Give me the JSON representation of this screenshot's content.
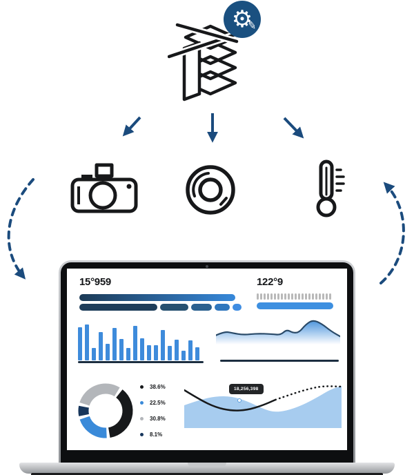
{
  "colors": {
    "brand_blue": "#1b4b7d",
    "badge_blue": "#1a5080",
    "chart_blue": "#3e8bdb",
    "navy": "#1d3c5b",
    "light_blue": "#a7ccef",
    "gray_dot": "#b9b9b9",
    "ink": "#17191b",
    "axis": "#1c2e40"
  },
  "icons": {
    "top": "machine-lattice-icon",
    "badge": "gear-icon",
    "sensors": [
      "camera-icon",
      "disc-icon",
      "thermometer-icon"
    ],
    "flow": [
      "arrow-down-left",
      "arrow-down",
      "arrow-down-right",
      "dashed-arc-left",
      "dashed-arc-right"
    ]
  },
  "dashboard": {
    "kpi_left": {
      "value": "15°959",
      "gradient": [
        "#1c3a56",
        "#3688da"
      ],
      "segments": [
        113,
        41,
        30,
        22,
        13
      ],
      "segment_colors": [
        "#1e3d5a",
        "#265070",
        "#2b608f",
        "#3077bd",
        "#3f8de2"
      ]
    },
    "kpi_right": {
      "value": "122°9",
      "dot_count": 22,
      "dot_color": "#b9b9b9",
      "bar_color": "#3d8fe0"
    }
  },
  "chart_data": [
    {
      "id": "bar_chart",
      "type": "bar",
      "values": [
        92,
        100,
        35,
        78,
        47,
        90,
        60,
        35,
        97,
        62,
        43,
        43,
        85,
        40,
        58,
        27,
        55,
        37
      ],
      "color": "#3e8bdb",
      "axis_color": "#1c2e40"
    },
    {
      "id": "trend_area",
      "type": "area",
      "x": [
        0,
        0.07,
        0.13,
        0.22,
        0.33,
        0.45,
        0.52,
        0.57,
        0.62,
        0.67,
        0.72,
        0.78,
        0.85,
        0.93,
        1
      ],
      "y": [
        0.32,
        0.45,
        0.4,
        0.33,
        0.38,
        0.36,
        0.33,
        0.52,
        0.4,
        0.42,
        0.68,
        0.85,
        0.72,
        0.45,
        0.28
      ],
      "fill_top": "#4f97dd",
      "fill_bottom": "#ffffff",
      "stroke": "#2a4a68"
    },
    {
      "id": "donut",
      "type": "pie",
      "legend": [
        {
          "label": "38.6%",
          "value": 38.6,
          "color": "#17191b"
        },
        {
          "label": "22.5%",
          "value": 22.5,
          "color": "#3a8ad9"
        },
        {
          "label": "30.8%",
          "value": 30.8,
          "color": "#b3b6ba"
        },
        {
          "label": "8.1%",
          "value": 8.1,
          "color": "#17365c"
        }
      ],
      "draw_order": [
        0,
        1,
        3,
        2
      ],
      "start_angle": 35,
      "gap_deg": 7
    },
    {
      "id": "wave",
      "type": "area-line",
      "tooltip": "18,256,398",
      "area_x": [
        0,
        0.1,
        0.2,
        0.3,
        0.4,
        0.5,
        0.57,
        0.65,
        0.75,
        0.85,
        0.93,
        1
      ],
      "area_y": [
        38,
        30,
        25,
        25,
        32,
        43,
        48,
        46,
        38,
        26,
        15,
        10
      ],
      "line_solid_x": [
        0,
        0.1,
        0.2,
        0.3,
        0.4,
        0.5,
        0.58
      ],
      "line_solid_y": [
        16,
        30,
        41,
        46,
        45,
        38,
        30
      ],
      "line_dotted_x": [
        0.58,
        0.68,
        0.78,
        0.88,
        1
      ],
      "line_dotted_y": [
        30,
        22,
        15,
        10,
        11
      ],
      "area_color": "#a7ccef",
      "line_color": "#17191b"
    }
  ]
}
